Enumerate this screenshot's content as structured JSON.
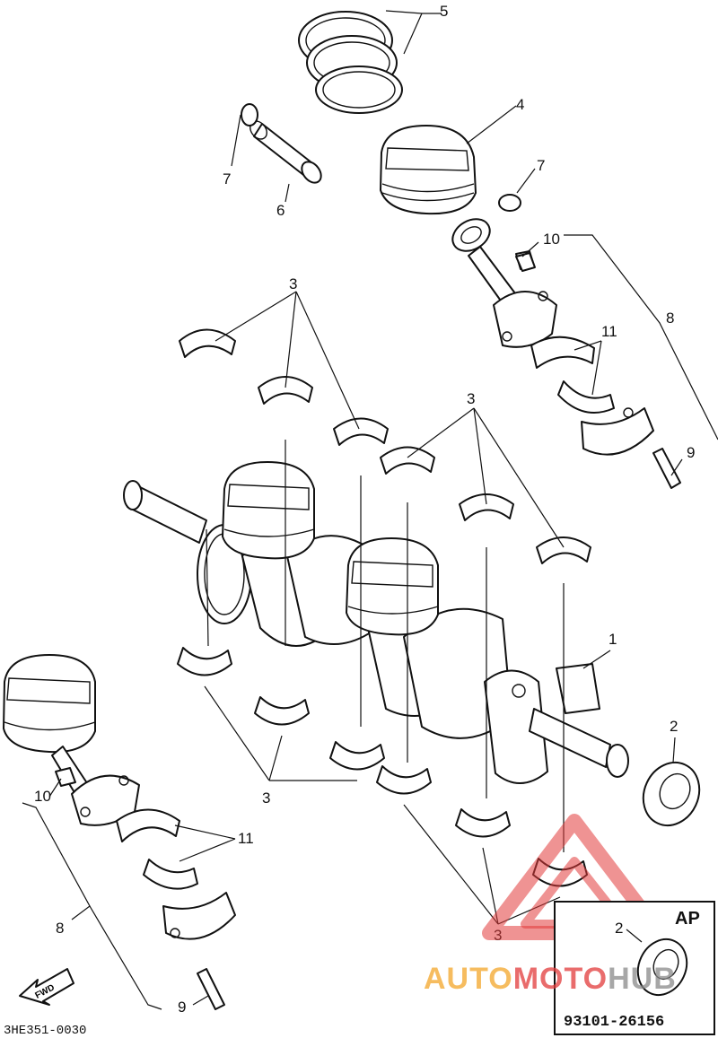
{
  "callouts": {
    "c1": "1",
    "c2": "2",
    "c3": "3",
    "c4": "4",
    "c5": "5",
    "c6": "6",
    "c7": "7",
    "c8": "8",
    "c9": "9",
    "c10": "10",
    "c11": "11"
  },
  "footer": {
    "drawing_code": "3HE351-0030",
    "fwd": "FWD"
  },
  "ap_box": {
    "label": "AP",
    "part_number": "93101-26156",
    "callout": "2"
  },
  "watermark": {
    "part1": "AUTO",
    "part2": "MOTO",
    "part3": "HUB"
  },
  "colors": {
    "wm_red": "#e23b3b",
    "wm_orange": "#f4a62a",
    "wm_gray": "#8a8a8a"
  }
}
